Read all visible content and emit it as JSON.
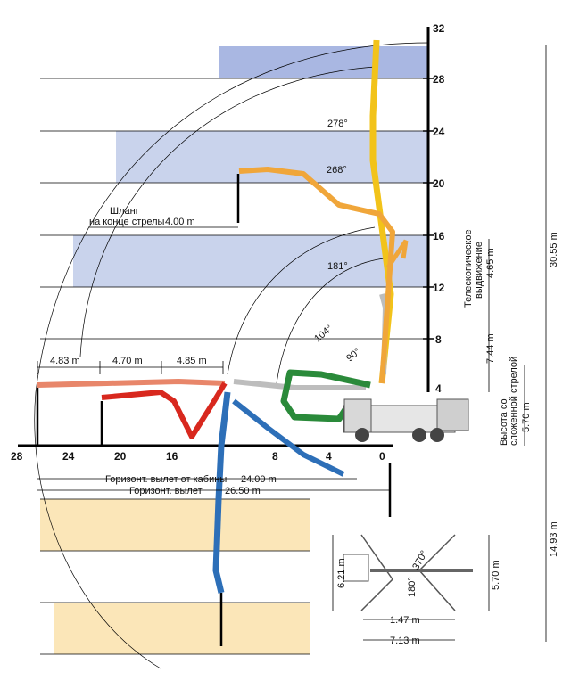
{
  "axis": {
    "y_ticks": [
      "32",
      "28",
      "24",
      "20",
      "16",
      "12",
      "8",
      "4"
    ],
    "x_ticks": [
      "28",
      "24",
      "20",
      "16",
      "8",
      "4",
      "0"
    ]
  },
  "angles": [
    "278°",
    "268°",
    "181°",
    "104°",
    "90°"
  ],
  "hose": {
    "line1": "Шланг",
    "line2": "на конце стрелы",
    "value": "4.00 m"
  },
  "sections": [
    "4.83 m",
    "4.70 m",
    "4.85 m"
  ],
  "reach": {
    "cab_label": "Горизонт. вылет от кабины",
    "cab_value": "24.00 m",
    "total_label": "Горизонт. вылет",
    "total_value": "26.50 m"
  },
  "vertical": {
    "telescopic_line1": "Телескопическое",
    "telescopic_line2": "выдвижение",
    "telescopic_value": "4.65 m",
    "mid_value": "7.44 m",
    "folded_line1": "Высота со",
    "folded_line2": "сложенной стрелой",
    "folded_value": "5.70 m",
    "total_height": "30.55 m",
    "depth": "14.93 m"
  },
  "outrigger": {
    "rotation": "370°",
    "rotation2": "180°",
    "front_width": "6.21 m",
    "rear_width": "5.70 m",
    "offset": "1.47 m",
    "length": "7.13 m"
  },
  "colors": {
    "yellow": "#f2c31a",
    "orange": "#f0a63a",
    "red": "#d8281e",
    "salmon": "#e8866a",
    "green": "#2a8a3a",
    "blue": "#2d6fb8",
    "grey": "#bdbdbd"
  }
}
